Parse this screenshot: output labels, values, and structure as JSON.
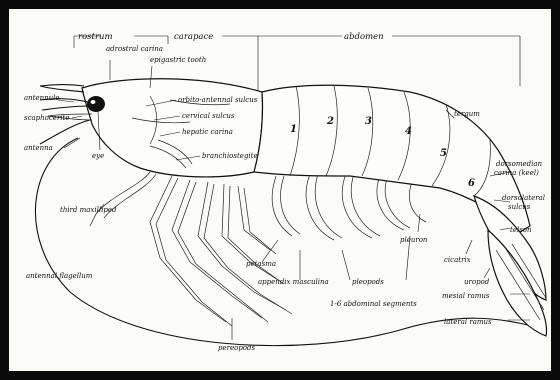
{
  "headers": {
    "rostrum": "rostrum",
    "carapace": "carapace",
    "abdomen": "abdomen"
  },
  "labels": {
    "adrostral_carina": "adrostral carina",
    "epigastric_tooth": "epigastric tooth",
    "antennule": "antennule",
    "scaphocerite": "scaphocerite",
    "antenna": "antenna",
    "eye": "eye",
    "orbito_antennal_sulcus": "orbito-antennal sulcus",
    "cervical_sulcus": "cervical sulcus",
    "hepatic_carina": "hepatic carina",
    "branchiostegite": "branchiostegite",
    "third_maxilliped": "third maxilliped",
    "antennal_flagellum": "antennal flagellum",
    "pereopods": "pereopods",
    "petasma": "petasma",
    "appendix_masculina": "appendix masculina",
    "pleopods": "pleopods",
    "abdominal_segments": "1-6 abdominal segments",
    "tergum": "tergum",
    "dorsomedian_carina": "dorsomedian",
    "dorsomedian_carina_2": "carina (keel)",
    "dorsolateral_sulcus": "dorsolateral",
    "dorsolateral_sulcus_2": "sulcus",
    "telson": "telson",
    "pleuron": "pleuron",
    "cicatrix": "cicatrix",
    "uropod": "uropod",
    "mesial_ramus": "mesial ramus",
    "lateral_ramus": "lateral ramus"
  },
  "segment_numbers": [
    "1",
    "2",
    "3",
    "4",
    "5",
    "6"
  ]
}
